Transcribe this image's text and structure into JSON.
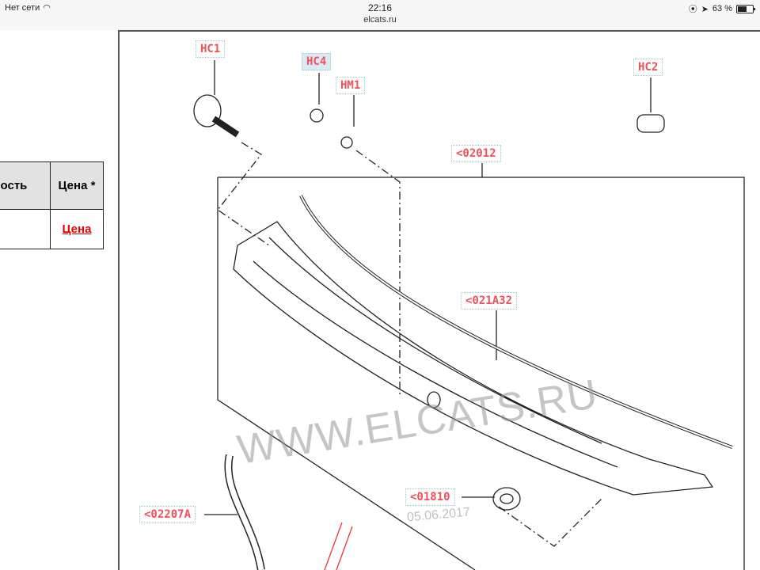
{
  "status_bar": {
    "network": "Нет сети",
    "time": "22:16",
    "url": "elcats.ru",
    "battery": "63 %",
    "battery_level": 0.63
  },
  "table": {
    "headers": [
      "мость",
      "Цена *"
    ],
    "rows": [
      {
        "col1": "",
        "price_link": "Цена"
      }
    ]
  },
  "diagram": {
    "callouts": [
      "HC1",
      "HC4",
      "HM1",
      "HC2",
      "<02012",
      "<021A32",
      "<01810",
      "<02207A"
    ],
    "watermark": "WWW.ELCATS.RU",
    "date": "05.06.2017"
  },
  "colors": {
    "callout": "#f0505a",
    "price_link": "#ee0000",
    "highlight": "#dbe9f5"
  }
}
